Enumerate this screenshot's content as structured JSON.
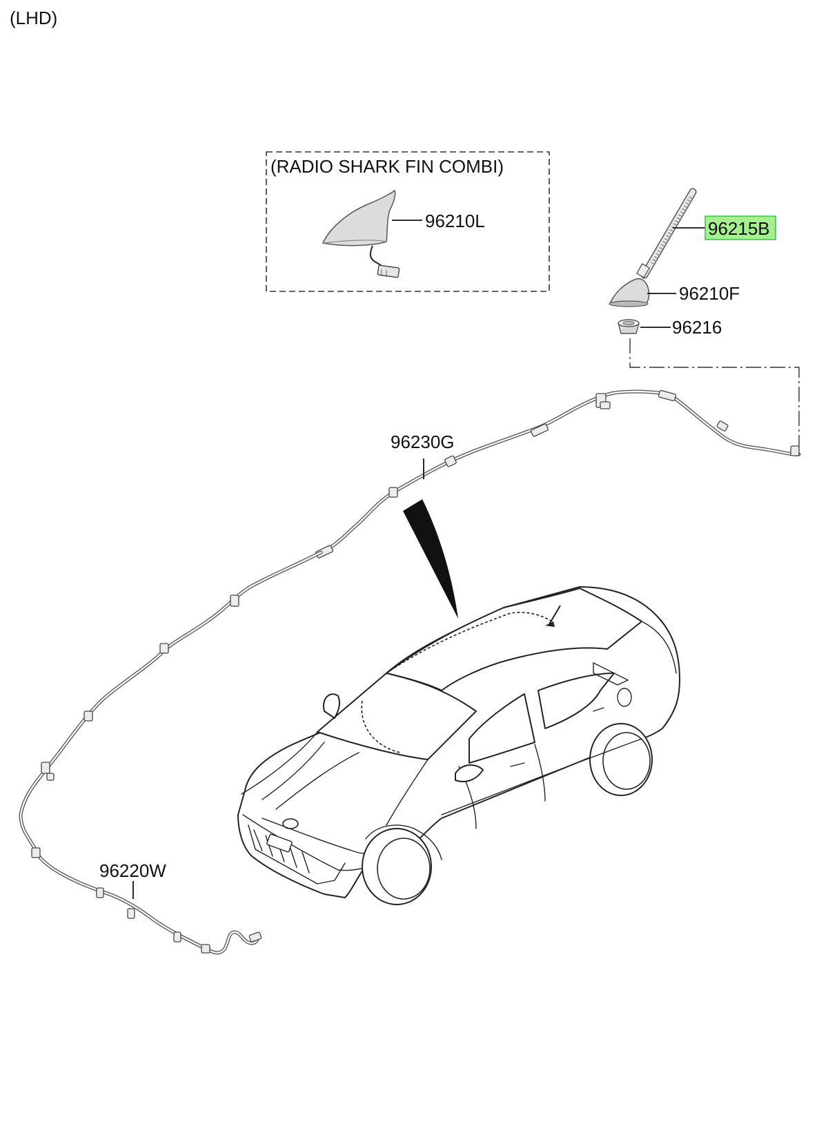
{
  "header": {
    "variant_label": "(LHD)"
  },
  "group_box": {
    "title": "(RADIO SHARK FIN COMBI)"
  },
  "parts": {
    "shark_fin_antenna": "96210L",
    "antenna_pole": "96215B",
    "antenna_base": "96210F",
    "antenna_pad": "96216",
    "roof_cable": "96230G",
    "main_feeder_cable": "96220W"
  },
  "highlight": {
    "part": "96215B",
    "color": "#a6ef8f"
  }
}
